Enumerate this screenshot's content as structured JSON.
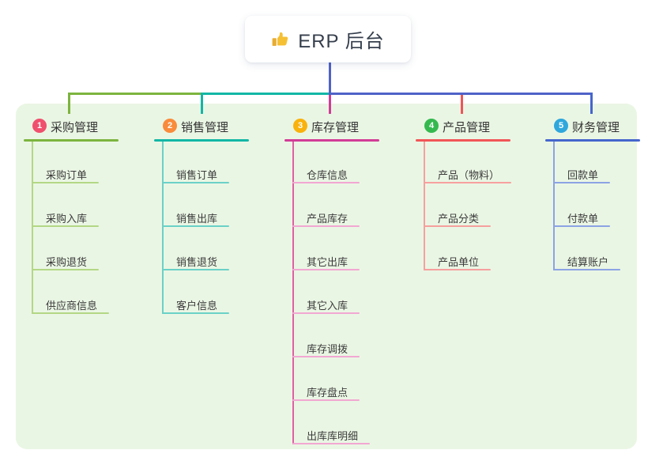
{
  "root": {
    "title": "ERP 后台",
    "icon": "thumbs-up-icon"
  },
  "colors": {
    "page_bg": "#ffffff",
    "panel_bg": "#EAF6E4",
    "bus_blue": "#4F62C8",
    "root_text": "#353E4C",
    "header_text": "#333333",
    "item_text": "#3B3B3B",
    "thumb_yellow": "#F5C033"
  },
  "branches": [
    {
      "num": "1",
      "label": "采购管理",
      "badge_color": "#F0506E",
      "main_color": "#7CB43E",
      "light_color": "#B3D785",
      "items": [
        "采购订单",
        "采购入库",
        "采购退货",
        "供应商信息"
      ]
    },
    {
      "num": "2",
      "label": "销售管理",
      "badge_color": "#F98B3B",
      "main_color": "#12B7A6",
      "light_color": "#6BD1C7",
      "items": [
        "销售订单",
        "销售出库",
        "销售退货",
        "客户信息"
      ]
    },
    {
      "num": "3",
      "label": "库存管理",
      "badge_color": "#F9B20C",
      "main_color": "#D23C96",
      "light_color": "#F1A7D2",
      "spine_color": "#E05FA5",
      "items": [
        "仓库信息",
        "产品库存",
        "其它出库",
        "其它入库",
        "库存调拨",
        "库存盘点",
        "出库库明细"
      ]
    },
    {
      "num": "4",
      "label": "产品管理",
      "badge_color": "#35B94F",
      "main_color": "#F15558",
      "light_color": "#F6A09E",
      "items": [
        "产品（物料）",
        "产品分类",
        "产品单位"
      ]
    },
    {
      "num": "5",
      "label": "财务管理",
      "badge_color": "#2EA7DC",
      "main_color": "#4566CD",
      "light_color": "#8CA3E4",
      "items": [
        "回款单",
        "付款单",
        "结算账户"
      ]
    }
  ]
}
